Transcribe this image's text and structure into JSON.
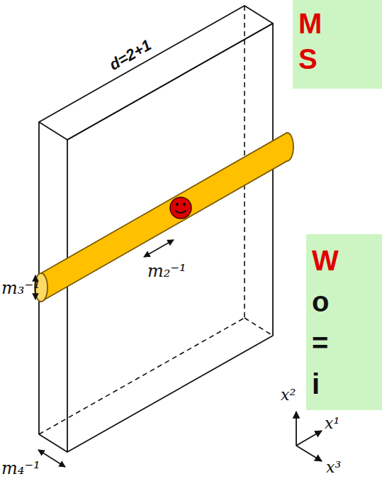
{
  "diagram": {
    "nodes": [
      {
        "text": [
          "M S"
        ]
      },
      {
        "text": [
          "W",
          "o = i"
        ]
      }
    ],
    "edges": [],
    "labels": [
      "d=2+1",
      "m₃⁻¹",
      "m₂⁻¹",
      "m₄⁻¹",
      "x²",
      "x¹",
      "x³"
    ]
  }
}
